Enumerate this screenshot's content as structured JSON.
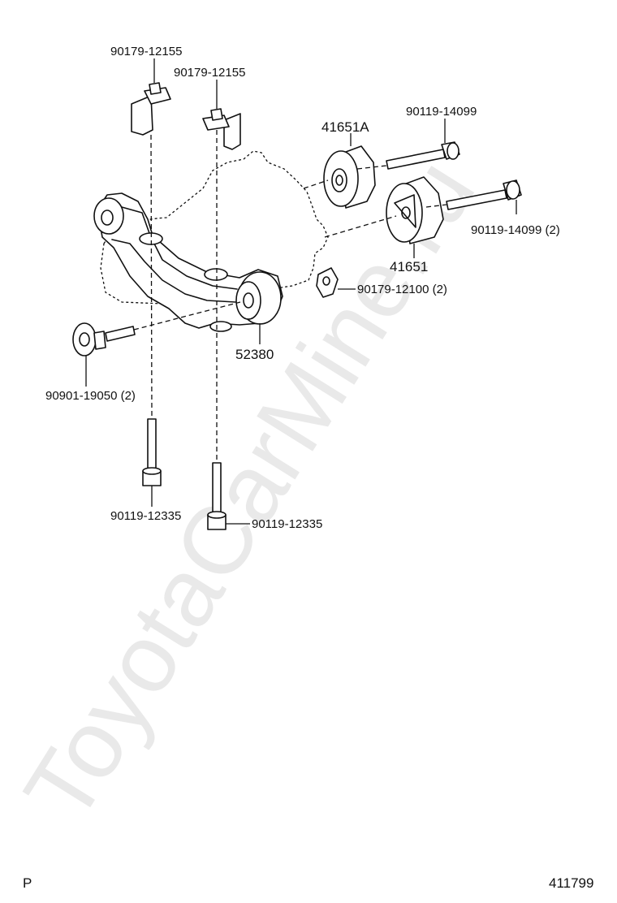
{
  "watermark": "ToyotaCarMine.ru",
  "labels": {
    "clip_left": "90179-12155",
    "clip_right": "90179-12155",
    "bushing_41651A": "41651A",
    "bolt_top_right": "90119-14099",
    "bolt_right": "90119-14099 (2)",
    "bushing_41651": "41651",
    "nut_right": "90179-12100 (2)",
    "support_52380": "52380",
    "bolt_left": "90901-19050 (2)",
    "stud_left": "90119-12335",
    "stud_center": "90119-12335"
  },
  "footer": {
    "left": "P",
    "right": "411799"
  }
}
